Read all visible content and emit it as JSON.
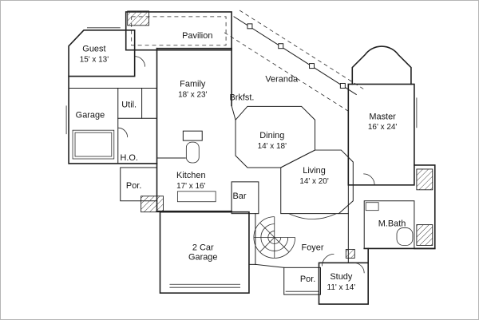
{
  "title": "House floor plan",
  "colors": {
    "wall": "#1f1f1f",
    "background": "#ffffff",
    "border": "#b5b5b5",
    "text": "#141414"
  },
  "rooms": {
    "guest": {
      "name": "Guest",
      "size": "15' x 13'"
    },
    "pavilion": {
      "name": "Pavilion"
    },
    "family": {
      "name": "Family",
      "size": "18' x 23'"
    },
    "veranda": {
      "name": "Veranda"
    },
    "brkfst": {
      "name": "Brkfst."
    },
    "garage": {
      "name": "Garage"
    },
    "util": {
      "name": "Util."
    },
    "dining": {
      "name": "Dining",
      "size": "14' x 18'"
    },
    "master": {
      "name": "Master",
      "size": "16' x 24'"
    },
    "ho": {
      "name": "H.O."
    },
    "kitchen": {
      "name": "Kitchen",
      "size": "17' x 16'"
    },
    "living": {
      "name": "Living",
      "size": "14' x 20'"
    },
    "por_left": {
      "name": "Por."
    },
    "bar": {
      "name": "Bar"
    },
    "mbath": {
      "name": "M.Bath"
    },
    "garage2": {
      "line1": "2 Car",
      "line2": "Garage"
    },
    "foyer": {
      "name": "Foyer"
    },
    "por_rear": {
      "name": "Por."
    },
    "study": {
      "name": "Study",
      "size": "11' x 14'"
    }
  }
}
